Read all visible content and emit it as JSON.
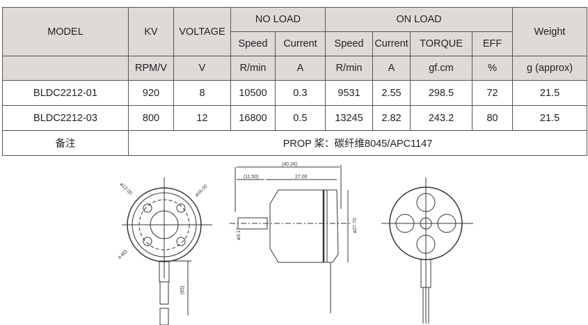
{
  "table": {
    "headers": {
      "model": "MODEL",
      "kv": "KV",
      "voltage": "VOLTAGE",
      "no_load": "NO LOAD",
      "on_load": "ON LOAD",
      "weight": "Weight",
      "sub": [
        "Speed",
        "Current",
        "Speed",
        "Current",
        "TORQUE",
        "EFF"
      ],
      "units": [
        "RPM/V",
        "V",
        "R/min",
        "A",
        "R/min",
        "A",
        "gf.cm",
        "%",
        "g (approx)"
      ]
    },
    "rows": [
      [
        "BLDC2212-01",
        "920",
        "8",
        "10500",
        "0.3",
        "9531",
        "2.55",
        "298.5",
        "72",
        "21.5"
      ],
      [
        "BLDC2212-03",
        "800",
        "12",
        "16800",
        "0.5",
        "13245",
        "2.82",
        "243.2",
        "80",
        "21.5"
      ]
    ],
    "note_label": "备注",
    "note_value": "PROP 桨：碳纤维8045/APC1147"
  },
  "drawing": {
    "d_inner": "ø12.00",
    "d_outer": "ø16.00",
    "holes": "4-M3",
    "lead": "(65)",
    "total": "(40.26)",
    "shaft_len": "(11.50)",
    "body_len": "27.00",
    "shaft_d": "ø3.17",
    "body_d": "ø27.70"
  }
}
